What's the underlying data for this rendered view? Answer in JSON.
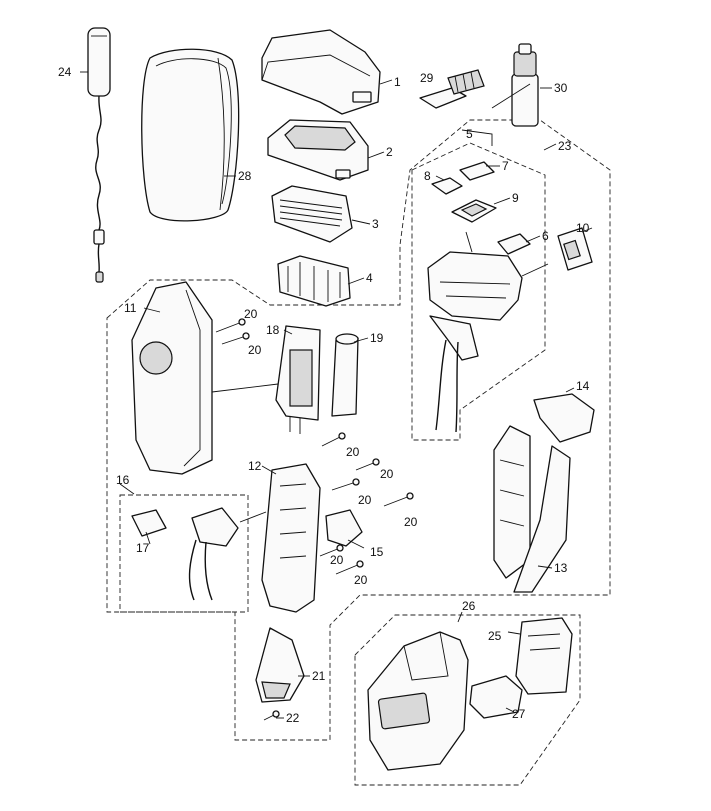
{
  "diagram": {
    "part_numbers": {
      "p1": "1",
      "p2": "2",
      "p3": "3",
      "p4": "4",
      "p5": "5",
      "p6": "6",
      "p7": "7",
      "p8": "8",
      "p9": "9",
      "p10": "10",
      "p11": "11",
      "p12": "12",
      "p13": "13",
      "p14": "14",
      "p15": "15",
      "p16": "16",
      "p17": "17",
      "p18": "18",
      "p19": "19",
      "p20": "20",
      "p21": "21",
      "p22": "22",
      "p23": "23",
      "p24": "24",
      "p25": "25",
      "p26": "26",
      "p27": "27",
      "p28": "28",
      "p29": "29",
      "p30": "30"
    }
  }
}
